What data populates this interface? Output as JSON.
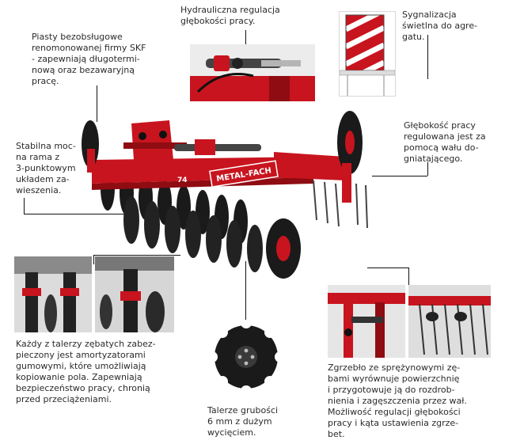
{
  "callouts": {
    "skf": "Piasty bezobsługowe\nrenomonowanej firmy SKF\n- zapewniają długotermi-\nnową oraz bezawaryjną\npracę.",
    "hydraulic": "Hydrauliczna regulacja\ngłębokości pracy.",
    "signal": "Sygnalizacja\nświetlna do agre-\ngatu.",
    "frame": "Stabilna moc-\nna rama z\n3-punktowym\nukładem za-\nwieszenia.",
    "depth": "Głębokość pracy\nregulowana jest za\npomocą wału do-\ngniatającego.",
    "discs": "Każdy z talerzy zębatych zabez-\npieczony jest amortyzatorami\ngumowymi,  które umożliwiają\nkopiowanie pola. Zapewniają\nbezpieczeństwo pracy, chronią\nprzed przeciążeniami.",
    "plate": "Talerze grubości\n6 mm z dużym\nwycięciem.",
    "harrow": "Zgrzebło ze sprężynowymi zę-\nbami wyrównuje powierzchnię\ni przygotowuje ją do rozdrob-\nnienia i zagęszczenia przez wał.\nMożliwość regulacji głębokości\npracy i kąta ustawienia zgrze-\nbet."
  },
  "machine": {
    "brand_plate": "METAL-FACH",
    "model_badge": "74"
  },
  "colors": {
    "machine_red": "#c8141e",
    "dark_red": "#8e0c12",
    "disc_black": "#1a1a1a"
  }
}
